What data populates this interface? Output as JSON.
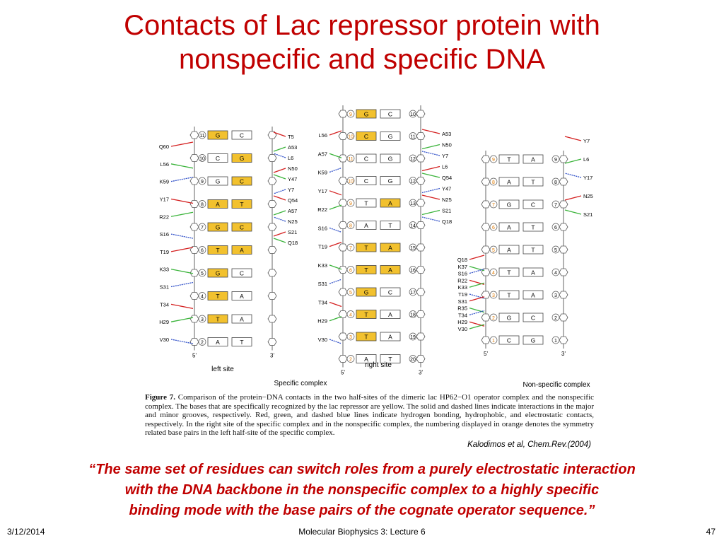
{
  "slide": {
    "title_line1": "Contacts of Lac repressor protein  with",
    "title_line2": "nonspecific and specific DNA",
    "quote_line1": "“The same set of residues can switch roles from a purely electrostatic interaction",
    "quote_line2": "with the DNA backbone in the nonspecific complex to a highly specific",
    "quote_line3": "binding mode with the base pairs of the cognate operator sequence.”",
    "citation": "Kalodimos et al, Chem.Rev.(2004)"
  },
  "footer": {
    "date": "3/12/2014",
    "course": "Molecular Biophysics 3: Lecture 6",
    "page": "47"
  },
  "figure": {
    "colors": {
      "specific_base": "#f2c12e",
      "hbond": "#d42020",
      "hydrophobic": "#3cb43c",
      "electrostatic": "#3050c8",
      "orange": "#e07a00"
    },
    "labels": {
      "left_site": "left site",
      "right_site": "right site",
      "specific_complex": "Specific complex",
      "nonspecific_complex": "Non-specific complex",
      "five_prime": "5'",
      "three_prime": "3'"
    },
    "caption": {
      "label": "Figure 7.",
      "text": "Comparison of the protein−DNA contacts in the two half-sites of the dimeric lac HP62−O1 operator complex and the nonspecific complex. The bases that are specifically recognized by the lac repressor are yellow. The solid and dashed lines indicate interactions in the major and minor grooves, respectively. Red, green, and dashed blue lines indicate hydrogen bonding, hydrophobic, and electrostatic contacts, respectively. In the right site of the specific complex and in the nonspecific complex, the numbering displayed in orange denotes the symmetry related base pairs in the left half-site of the specific complex."
    },
    "left_ladder": {
      "pairs": [
        {
          "num": "11",
          "a": "G",
          "b": "C",
          "ya": true,
          "yb": false
        },
        {
          "num": "10",
          "a": "C",
          "b": "G",
          "ya": false,
          "yb": true
        },
        {
          "num": "9",
          "a": "G",
          "b": "C",
          "ya": false,
          "yb": true
        },
        {
          "num": "8",
          "a": "A",
          "b": "T",
          "ya": true,
          "yb": true
        },
        {
          "num": "7",
          "a": "G",
          "b": "C",
          "ya": true,
          "yb": true
        },
        {
          "num": "6",
          "a": "T",
          "b": "A",
          "ya": true,
          "yb": true
        },
        {
          "num": "5",
          "a": "G",
          "b": "C",
          "ya": true,
          "yb": false
        },
        {
          "num": "4",
          "a": "T",
          "b": "A",
          "ya": true,
          "yb": false
        },
        {
          "num": "3",
          "a": "T",
          "b": "A",
          "ya": true,
          "yb": false
        },
        {
          "num": "2",
          "a": "A",
          "b": "T",
          "ya": false,
          "yb": false
        }
      ],
      "residues_left": [
        "Q60",
        "L56",
        "K59",
        "Y17",
        "R22",
        "S16",
        "T19",
        "K33",
        "S31",
        "T34",
        "H29",
        "V30"
      ],
      "residues_right": [
        "T5",
        "A53",
        "L6",
        "N50",
        "Y47",
        "Y7",
        "Q54",
        "A57",
        "N25",
        "S21",
        "Q18"
      ]
    },
    "middle_ladder": {
      "pairs": [
        {
          "num": "9",
          "num_r": "10",
          "a": "G",
          "b": "C",
          "ya": true,
          "yb": false
        },
        {
          "num": "10",
          "num_r": "11",
          "a": "C",
          "b": "G",
          "ya": true,
          "yb": false
        },
        {
          "num": "11",
          "num_r": "12",
          "a": "C",
          "b": "G",
          "ya": false,
          "yb": false
        },
        {
          "num": "10",
          "num_r": "12",
          "a": "C",
          "b": "G",
          "ya": false,
          "yb": false
        },
        {
          "num": "9",
          "num_r": "13",
          "a": "T",
          "b": "A",
          "ya": false,
          "yb": true
        },
        {
          "num": "8",
          "num_r": "14",
          "a": "A",
          "b": "T",
          "ya": false,
          "yb": false
        },
        {
          "num": "7",
          "num_r": "15",
          "a": "T",
          "b": "A",
          "ya": true,
          "yb": true
        },
        {
          "num": "6",
          "num_r": "16",
          "a": "T",
          "b": "A",
          "ya": true,
          "yb": true
        },
        {
          "num": "5",
          "num_r": "17",
          "a": "G",
          "b": "C",
          "ya": true,
          "yb": false
        },
        {
          "num": "4",
          "num_r": "18",
          "a": "T",
          "b": "A",
          "ya": true,
          "yb": false
        },
        {
          "num": "3",
          "num_r": "19",
          "a": "T",
          "b": "A",
          "ya": true,
          "yb": false
        },
        {
          "num": "2",
          "num_r": "20",
          "a": "A",
          "b": "T",
          "ya": false,
          "yb": false
        }
      ],
      "residues_left": [
        "L56",
        "A57",
        "K59",
        "Y17",
        "R22",
        "S16",
        "T19",
        "K33",
        "S31",
        "T34",
        "H29",
        "V30"
      ],
      "residues_right": [
        "A53",
        "N50",
        "Y7",
        "L6",
        "Q54",
        "Y47",
        "N25",
        "S21",
        "Q18"
      ]
    },
    "right_ladder": {
      "pairs": [
        {
          "num": "9",
          "num_r": "9",
          "a": "T",
          "b": "A"
        },
        {
          "num": "8",
          "num_r": "8",
          "a": "A",
          "b": "T"
        },
        {
          "num": "7",
          "num_r": "7",
          "a": "G",
          "b": "C"
        },
        {
          "num": "6",
          "num_r": "6",
          "a": "A",
          "b": "T"
        },
        {
          "num": "5",
          "num_r": "5",
          "a": "A",
          "b": "T"
        },
        {
          "num": "4",
          "num_r": "4",
          "a": "T",
          "b": "A"
        },
        {
          "num": "3",
          "num_r": "3",
          "a": "T",
          "b": "A"
        },
        {
          "num": "2",
          "num_r": "2",
          "a": "G",
          "b": "C"
        },
        {
          "num": "1",
          "num_r": "1",
          "a": "C",
          "b": "G"
        }
      ],
      "residues_left": [
        "Q18",
        "K37",
        "S16",
        "R22",
        "K33",
        "T19",
        "S31",
        "R35",
        "T34",
        "H29",
        "V30"
      ],
      "residues_right": [
        "Y7",
        "L6",
        "Y17",
        "N25",
        "S21"
      ]
    }
  }
}
